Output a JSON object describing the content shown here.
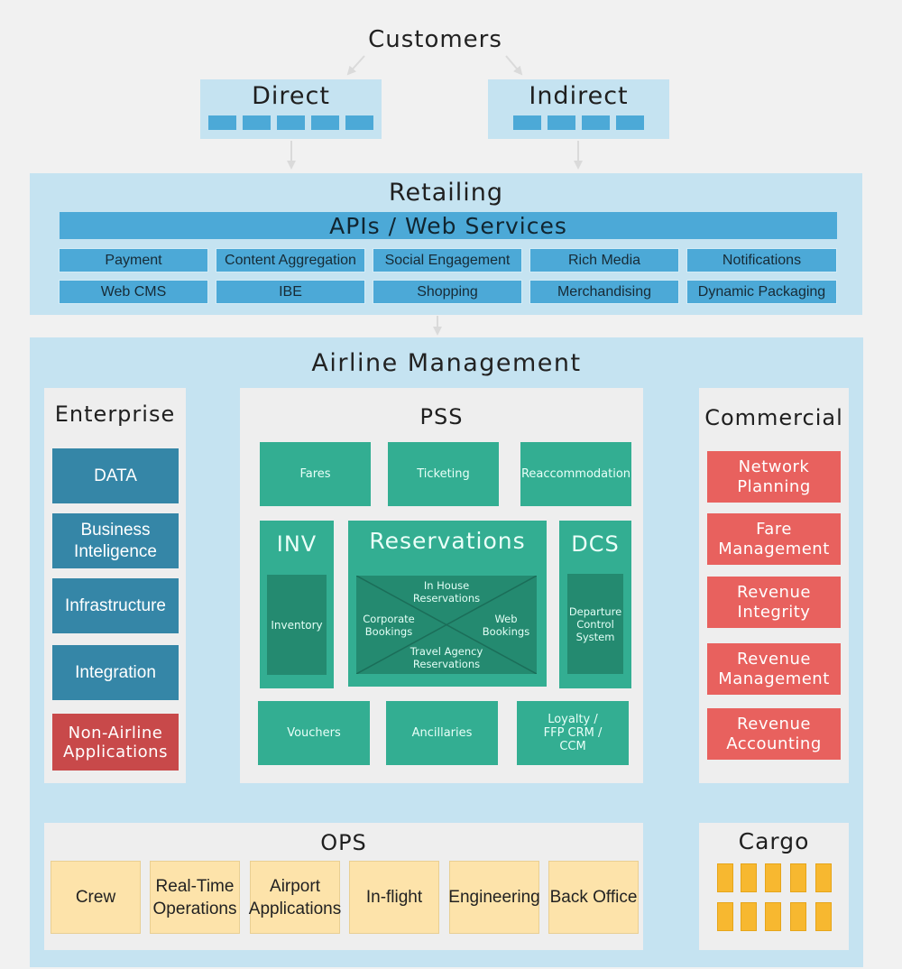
{
  "customers": {
    "title": "Customers"
  },
  "direct": {
    "title": "Direct"
  },
  "indirect": {
    "title": "Indirect"
  },
  "retailing": {
    "title": "Retailing",
    "api_bar": "APIs / Web Services",
    "row1": [
      "Payment",
      "Content Aggregation",
      "Social Engagement",
      "Rich Media",
      "Notifications"
    ],
    "row2": [
      "Web CMS",
      "IBE",
      "Shopping",
      "Merchandising",
      "Dynamic Packaging"
    ]
  },
  "airline": {
    "title": "Airline Management"
  },
  "enterprise": {
    "title": "Enterprise",
    "items": [
      "DATA",
      "Business Inteligence",
      "Infrastructure",
      "Integration",
      "Non-Airline Applications"
    ]
  },
  "pss": {
    "title": "PSS",
    "top": [
      "Fares",
      "Ticketing",
      "Reaccommodation"
    ],
    "inv": {
      "title": "INV",
      "inner": "Inventory"
    },
    "reservations": {
      "title": "Reservations",
      "top": "In House Reservations",
      "left": "Corporate Bookings",
      "right": "Web Bookings",
      "bottom": "Travel Agency Reservations"
    },
    "dcs": {
      "title": "DCS",
      "inner": "Departure Control System"
    },
    "bottom": [
      "Vouchers",
      "Ancillaries",
      "Loyalty / FFP CRM / CCM"
    ]
  },
  "commercial": {
    "title": "Commercial",
    "items": [
      "Network Planning",
      "Fare Management",
      "Revenue Integrity",
      "Revenue Management",
      "Revenue Accounting"
    ]
  },
  "ops": {
    "title": "OPS",
    "items": [
      "Crew",
      "Real-Time Operations",
      "Airport Applications",
      "In-flight",
      "Engineering",
      "Back Office"
    ]
  },
  "cargo": {
    "title": "Cargo"
  },
  "colors": {
    "light_blue": "#c5e3f1",
    "mid_blue": "#4ca9d7",
    "enterprise_blue": "#3586a7",
    "red": "#c8494a",
    "teal": "#33ae92",
    "coral": "#e8615e",
    "ops_yellow": "#fde3aa",
    "cargo_orange": "#f7b830"
  }
}
